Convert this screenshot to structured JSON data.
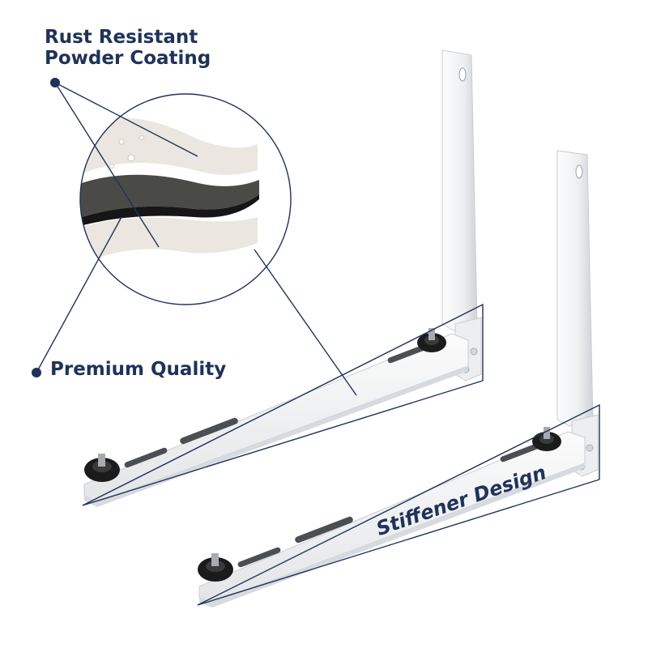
{
  "colors": {
    "navy": "#203259",
    "bracket": "#f4f4f4",
    "bracket_shade": "#d9dcdf",
    "foot": "#1b1b1b",
    "coating_light": "#ece8e1",
    "coating_core": "#4a4a47"
  },
  "labels": {
    "rust_line1": "Rust Resistant",
    "rust_line2": "Powder Coating",
    "premium": "Premium Quality",
    "stiffener": "Stiffener Design"
  },
  "images": {
    "zoom_circle": "coating-layers-cross-section",
    "bracket_back": "l-shaped-wall-bracket",
    "bracket_front": "l-shaped-wall-bracket"
  }
}
